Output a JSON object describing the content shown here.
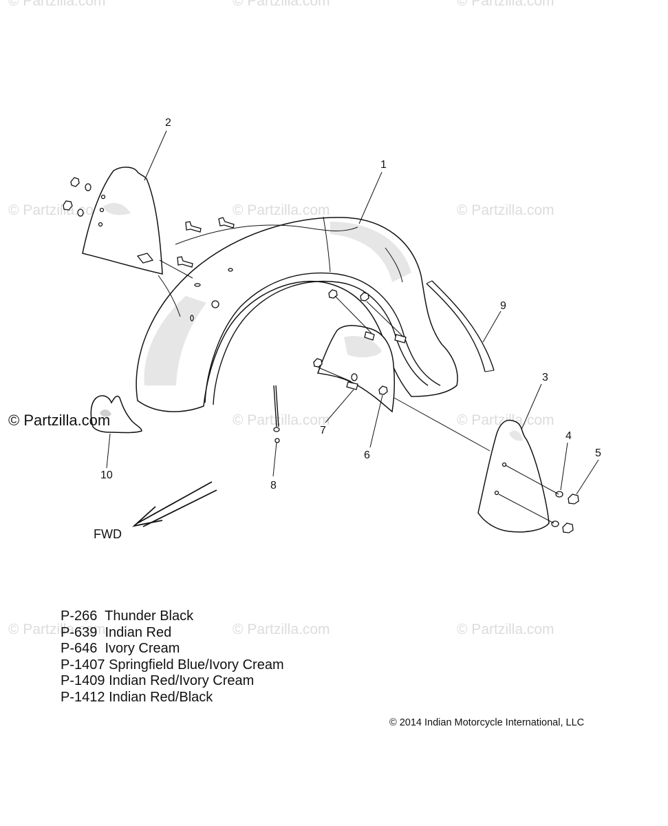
{
  "watermarks": {
    "text": "© Partzilla.com",
    "corner": "© Partzilla.com"
  },
  "callouts": [
    "1",
    "2",
    "3",
    "4",
    "5",
    "6",
    "7",
    "8",
    "9",
    "10"
  ],
  "direction_label": "FWD",
  "paint_codes": [
    {
      "code": "P-266",
      "name": "Thunder Black"
    },
    {
      "code": "P-639",
      "name": "Indian Red"
    },
    {
      "code": "P-646",
      "name": "Ivory Cream"
    },
    {
      "code": "P-1407",
      "name": "Springfield Blue/Ivory Cream"
    },
    {
      "code": "P-1409",
      "name": "Indian Red/Ivory Cream"
    },
    {
      "code": "P-1412",
      "name": "Indian Red/Black"
    }
  ],
  "copyright": "© 2014 Indian Motorcycle International, LLC",
  "colors": {
    "line": "#111111",
    "watermark": "#dcdcdc",
    "shade": "#e6e6e6"
  }
}
